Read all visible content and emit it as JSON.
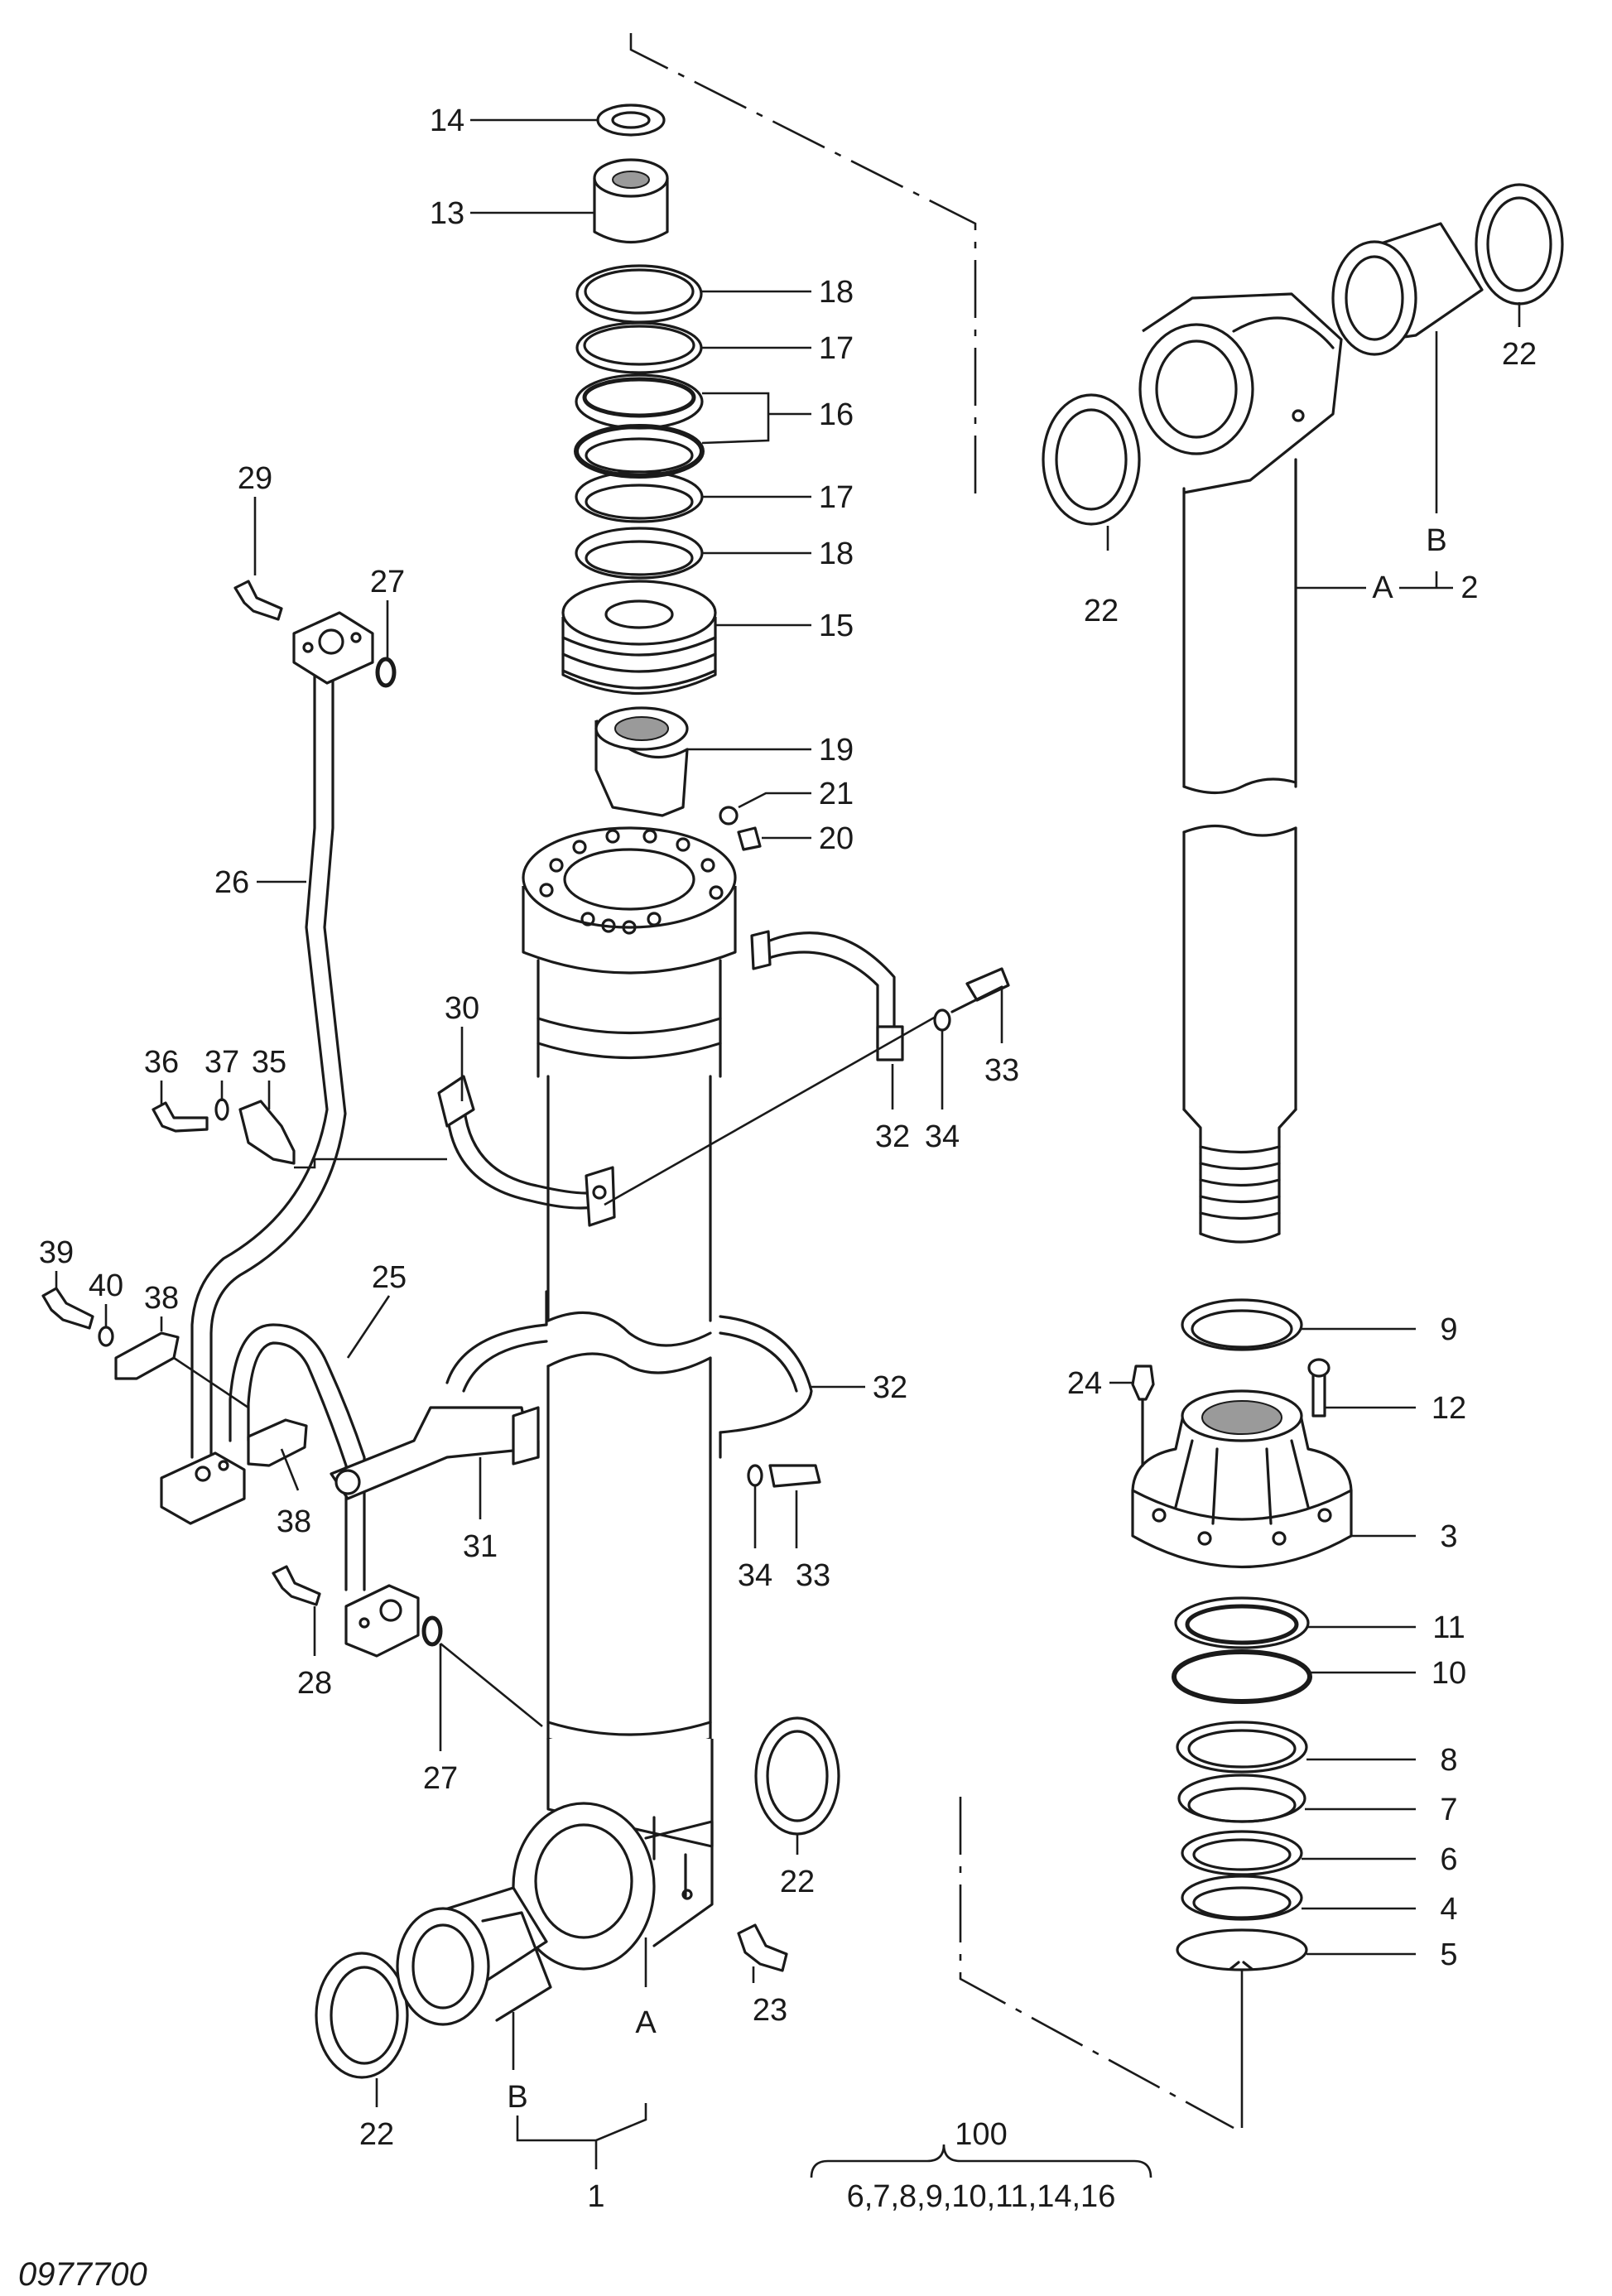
{
  "drawing_number": "0977700",
  "labels": {
    "l14": "14",
    "l13": "13",
    "l18a": "18",
    "l17a": "17",
    "l16": "16",
    "l17b": "17",
    "l18b": "18",
    "l15": "15",
    "l19": "19",
    "l21": "21",
    "l20": "20",
    "l29": "29",
    "l27a": "27",
    "l26": "26",
    "l30": "30",
    "l36": "36",
    "l37": "37",
    "l35": "35",
    "l33a": "33",
    "l32a": "32",
    "l34a": "34",
    "l39": "39",
    "l40": "40",
    "l38a": "38",
    "l25": "25",
    "l32b": "32",
    "l38b": "38",
    "l31": "31",
    "l34b": "34",
    "l33b": "33",
    "l28": "28",
    "l27b": "27",
    "l22a": "22",
    "l23": "23",
    "l22b": "22",
    "lB1": "B",
    "lA1": "A",
    "l1": "1",
    "l22c": "22",
    "l22d": "22",
    "lB2": "B",
    "lA2": "A",
    "l2": "2",
    "l9": "9",
    "l24": "24",
    "l12": "12",
    "l3": "3",
    "l11": "11",
    "l10": "10",
    "l8": "8",
    "l7": "7",
    "l6": "6",
    "l4": "4",
    "l5": "5",
    "kit_number": "100",
    "kit_contents": "6,7,8,9,10,11,14,16"
  }
}
